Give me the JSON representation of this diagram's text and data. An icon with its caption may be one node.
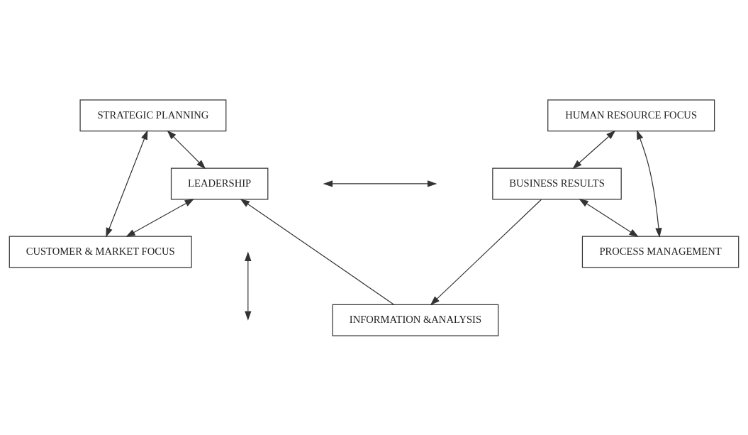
{
  "diagram": {
    "nodes": [
      {
        "text": [
          "STRATEGIC PLANNING"
        ]
      },
      {
        "text": [
          "HUMAN RESOURCE FOCUS"
        ]
      },
      {
        "text": [
          "LEADERSHIP"
        ]
      },
      {
        "text": [
          "BUSINESS RESULTS"
        ]
      },
      {
        "text": [
          "CUSTOMER & MARKET FOCUS"
        ]
      },
      {
        "text": [
          "PROCESS MANAGEMENT"
        ]
      },
      {
        "text": [
          "INFORMATION &ANALYSIS"
        ]
      }
    ],
    "edges": [
      {
        "from": 0,
        "to": 2,
        "arrow": "both"
      },
      {
        "from": 0,
        "to": 4,
        "arrow": "both"
      },
      {
        "from": 1,
        "to": 5,
        "arrow": "both"
      },
      {
        "from": 1,
        "to": 3,
        "arrow": "both"
      },
      {
        "from": 2,
        "to": 4,
        "arrow": "both"
      },
      {
        "from": 3,
        "to": 5,
        "arrow": "both"
      },
      {
        "from": 6,
        "to": 2,
        "arrow": "to"
      },
      {
        "from": 3,
        "to": 6,
        "arrow": "to"
      }
    ]
  }
}
